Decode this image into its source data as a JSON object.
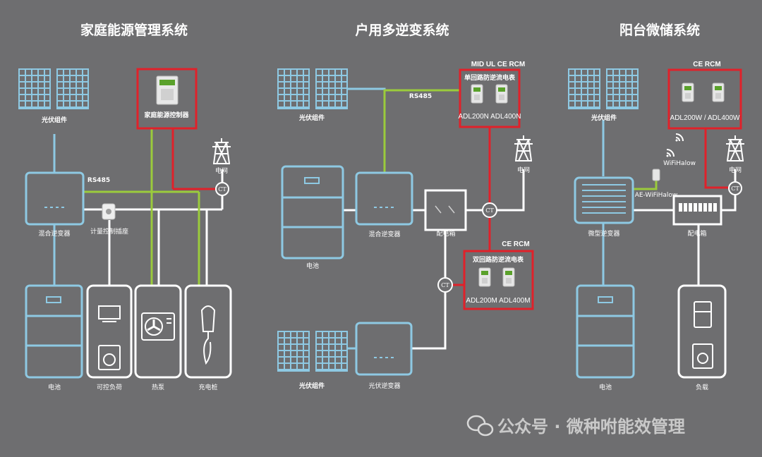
{
  "titles": {
    "home_ems": "家庭能源管理系统",
    "multi_inverter": "户用多逆变系统",
    "balcony": "阳台微储系统"
  },
  "sec1": {
    "pv": "光伏组件",
    "controller": "家庭能源控制器",
    "grid": "电网",
    "rs485": "RS485",
    "ct": "CT",
    "inverter": "混合逆变器",
    "socket": "计量控制插座",
    "battery": "电池",
    "load": "可控负荷",
    "heatpump": "热泵",
    "charger": "充电桩"
  },
  "sec2": {
    "certs_top": "MID UL  CE  RCM",
    "meter_single": "单回路防逆流电表",
    "model_single": "ADL200N ADL400N",
    "pv": "光伏组件",
    "rs485": "RS485",
    "grid": "电网",
    "battery": "电池",
    "inverter": "混合逆变器",
    "box": "配电箱",
    "ct1": "CT",
    "ct2": "CT",
    "certs_bottom": "CE    RCM",
    "meter_dual": "双回路防逆流电表",
    "model_dual": "ADL200M ADL400M",
    "pv2": "光伏组件",
    "pv_inverter": "光伏逆变器"
  },
  "sec3": {
    "certs": "CE     RCM",
    "model": "ADL200W / ADL400W",
    "pv": "光伏组件",
    "wifi": "WiFiHalow",
    "ae_wifi": "AE-WiFiHalow",
    "grid": "电网",
    "ct": "CT",
    "micro": "微型逆变器",
    "box": "配电箱",
    "battery": "电池",
    "load": "负载"
  },
  "watermark": "公众号 · 微种咐能效管理",
  "colors": {
    "background": "#6e6e70",
    "device_blue": "#8ec9e3",
    "rs485_green": "#9bcb3c",
    "meter_red": "#e0212a",
    "wire_white": "#ffffff"
  },
  "icons": [
    "solar-panel-icon",
    "transmission-tower-icon",
    "ct-sensor-icon",
    "wifi-icon",
    "fan-icon",
    "washer-icon",
    "ev-charger-icon",
    "tv-icon",
    "meter-device-icon",
    "wechat-icon"
  ]
}
